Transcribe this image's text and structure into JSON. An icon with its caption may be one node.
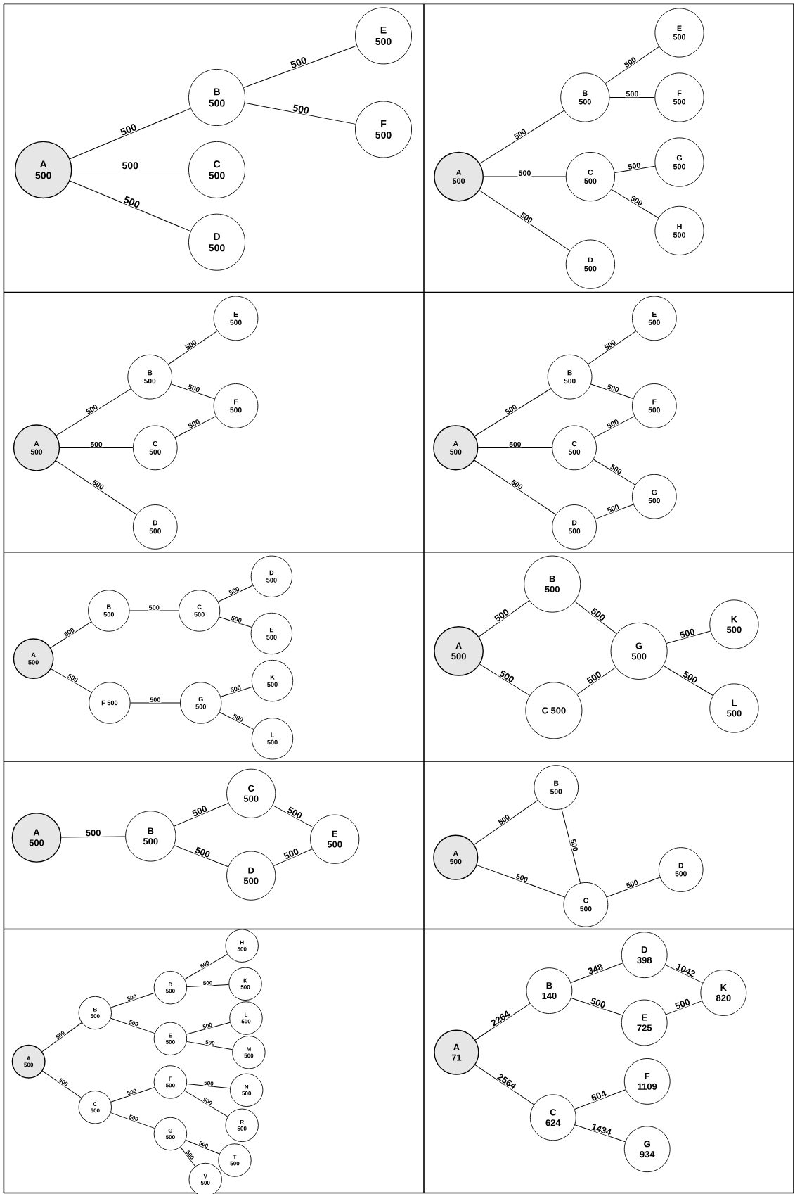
{
  "diagram": {
    "nodes": [
      {
        "text": [
          "A",
          "500"
        ]
      },
      {
        "text": [
          "B",
          "500"
        ]
      },
      {
        "text": [
          "C",
          "500"
        ]
      },
      {
        "text": [
          "D",
          "500"
        ]
      },
      {
        "text": [
          "E",
          "500"
        ]
      },
      {
        "text": [
          "F",
          "500"
        ]
      },
      {
        "text": [
          "A",
          "500"
        ]
      },
      {
        "text": [
          "B",
          "500"
        ]
      },
      {
        "text": [
          "C",
          "500"
        ]
      },
      {
        "text": [
          "D",
          "500"
        ]
      },
      {
        "text": [
          "E",
          "500"
        ]
      },
      {
        "text": [
          "F",
          "500"
        ]
      },
      {
        "text": [
          "G",
          "500"
        ]
      },
      {
        "text": [
          "H",
          "500"
        ]
      },
      {
        "text": [
          "A",
          "500"
        ]
      },
      {
        "text": [
          "B",
          "500"
        ]
      },
      {
        "text": [
          "C",
          "500"
        ]
      },
      {
        "text": [
          "D",
          "500"
        ]
      },
      {
        "text": [
          "E",
          "500"
        ]
      },
      {
        "text": [
          "F",
          "500"
        ]
      },
      {
        "text": [
          "A",
          "500"
        ]
      },
      {
        "text": [
          "B",
          "500"
        ]
      },
      {
        "text": [
          "C",
          "500"
        ]
      },
      {
        "text": [
          "D",
          "500"
        ]
      },
      {
        "text": [
          "E",
          "500"
        ]
      },
      {
        "text": [
          "F",
          "500"
        ]
      },
      {
        "text": [
          "G",
          "500"
        ]
      },
      {
        "text": [
          "A",
          "500"
        ]
      },
      {
        "text": [
          "B",
          "500"
        ]
      },
      {
        "text": [
          "C",
          "500"
        ]
      },
      {
        "text": [
          "D",
          "500"
        ]
      },
      {
        "text": [
          "E",
          "500"
        ]
      },
      {
        "text": [
          "F 500"
        ]
      },
      {
        "text": [
          "G",
          "500"
        ]
      },
      {
        "text": [
          "K",
          "500"
        ]
      },
      {
        "text": [
          "L",
          "500"
        ]
      },
      {
        "text": [
          "A",
          "500"
        ]
      },
      {
        "text": [
          "B",
          "500"
        ]
      },
      {
        "text": [
          "C 500"
        ]
      },
      {
        "text": [
          "G",
          "500"
        ]
      },
      {
        "text": [
          "K",
          "500"
        ]
      },
      {
        "text": [
          "L",
          "500"
        ]
      },
      {
        "text": [
          "A",
          "500"
        ]
      },
      {
        "text": [
          "B",
          "500"
        ]
      },
      {
        "text": [
          "C",
          "500"
        ]
      },
      {
        "text": [
          "D",
          "500"
        ]
      },
      {
        "text": [
          "E",
          "500"
        ]
      },
      {
        "text": [
          "A",
          "500"
        ]
      },
      {
        "text": [
          "B",
          "500"
        ]
      },
      {
        "text": [
          "C",
          "500"
        ]
      },
      {
        "text": [
          "D",
          "500"
        ]
      },
      {
        "text": [
          "A",
          "500"
        ]
      },
      {
        "text": [
          "B",
          "500"
        ]
      },
      {
        "text": [
          "C",
          "500"
        ]
      },
      {
        "text": [
          "D",
          "500"
        ]
      },
      {
        "text": [
          "E",
          "500"
        ]
      },
      {
        "text": [
          "F",
          "500"
        ]
      },
      {
        "text": [
          "G",
          "500"
        ]
      },
      {
        "text": [
          "H",
          "500"
        ]
      },
      {
        "text": [
          "K",
          "500"
        ]
      },
      {
        "text": [
          "L",
          "500"
        ]
      },
      {
        "text": [
          "M",
          "500"
        ]
      },
      {
        "text": [
          "N",
          "500"
        ]
      },
      {
        "text": [
          "R",
          "500"
        ]
      },
      {
        "text": [
          "T",
          "500"
        ]
      },
      {
        "text": [
          "V",
          "500"
        ]
      },
      {
        "text": [
          "A",
          "71"
        ]
      },
      {
        "text": [
          "B",
          "140"
        ]
      },
      {
        "text": [
          "C",
          "624"
        ]
      },
      {
        "text": [
          "D",
          "398"
        ]
      },
      {
        "text": [
          "E",
          "725"
        ]
      },
      {
        "text": [
          "F",
          "1109"
        ]
      },
      {
        "text": [
          "G",
          "934"
        ]
      },
      {
        "text": [
          "K",
          "820"
        ]
      }
    ],
    "edges": [
      {
        "from": 0,
        "to": 1,
        "arrow": "none",
        "label": "500"
      },
      {
        "from": 0,
        "to": 2,
        "arrow": "none",
        "label": "500"
      },
      {
        "from": 0,
        "to": 3,
        "arrow": "none",
        "label": "500"
      },
      {
        "from": 1,
        "to": 4,
        "arrow": "none",
        "label": "500"
      },
      {
        "from": 1,
        "to": 5,
        "arrow": "none",
        "label": "500"
      },
      {
        "from": 6,
        "to": 7,
        "arrow": "none",
        "label": "500"
      },
      {
        "from": 6,
        "to": 8,
        "arrow": "none",
        "label": "500"
      },
      {
        "from": 6,
        "to": 9,
        "arrow": "none",
        "label": "500"
      },
      {
        "from": 7,
        "to": 10,
        "arrow": "none",
        "label": "500"
      },
      {
        "from": 7,
        "to": 11,
        "arrow": "none",
        "label": "500"
      },
      {
        "from": 8,
        "to": 12,
        "arrow": "none",
        "label": "500"
      },
      {
        "from": 8,
        "to": 13,
        "arrow": "none",
        "label": "500"
      },
      {
        "from": 14,
        "to": 15,
        "arrow": "none",
        "label": "500"
      },
      {
        "from": 14,
        "to": 16,
        "arrow": "none",
        "label": "500"
      },
      {
        "from": 14,
        "to": 17,
        "arrow": "none",
        "label": "500"
      },
      {
        "from": 15,
        "to": 18,
        "arrow": "none",
        "label": "500"
      },
      {
        "from": 15,
        "to": 19,
        "arrow": "none",
        "label": "500"
      },
      {
        "from": 16,
        "to": 19,
        "arrow": "none",
        "label": "500"
      },
      {
        "from": 20,
        "to": 21,
        "arrow": "none",
        "label": "500"
      },
      {
        "from": 20,
        "to": 22,
        "arrow": "none",
        "label": "500"
      },
      {
        "from": 20,
        "to": 23,
        "arrow": "none",
        "label": "500"
      },
      {
        "from": 21,
        "to": 24,
        "arrow": "none",
        "label": "500"
      },
      {
        "from": 21,
        "to": 25,
        "arrow": "none",
        "label": "500"
      },
      {
        "from": 22,
        "to": 25,
        "arrow": "none",
        "label": "500"
      },
      {
        "from": 22,
        "to": 26,
        "arrow": "none",
        "label": "500"
      },
      {
        "from": 23,
        "to": 26,
        "arrow": "none",
        "label": "500"
      },
      {
        "from": 27,
        "to": 28,
        "arrow": "none",
        "label": "500"
      },
      {
        "from": 28,
        "to": 29,
        "arrow": "none",
        "label": "500"
      },
      {
        "from": 29,
        "to": 30,
        "arrow": "none",
        "label": "500"
      },
      {
        "from": 29,
        "to": 31,
        "arrow": "none",
        "label": "500"
      },
      {
        "from": 27,
        "to": 32,
        "arrow": "none",
        "label": "500"
      },
      {
        "from": 32,
        "to": 33,
        "arrow": "none",
        "label": "500"
      },
      {
        "from": 33,
        "to": 34,
        "arrow": "none",
        "label": "500"
      },
      {
        "from": 33,
        "to": 35,
        "arrow": "none",
        "label": "500"
      },
      {
        "from": 36,
        "to": 37,
        "arrow": "none",
        "label": "500"
      },
      {
        "from": 36,
        "to": 38,
        "arrow": "none",
        "label": "500"
      },
      {
        "from": 37,
        "to": 39,
        "arrow": "none",
        "label": "500"
      },
      {
        "from": 38,
        "to": 39,
        "arrow": "none",
        "label": "500"
      },
      {
        "from": 39,
        "to": 40,
        "arrow": "none",
        "label": "500"
      },
      {
        "from": 39,
        "to": 41,
        "arrow": "none",
        "label": "500"
      },
      {
        "from": 42,
        "to": 43,
        "arrow": "none",
        "label": "500"
      },
      {
        "from": 43,
        "to": 44,
        "arrow": "none",
        "label": "500"
      },
      {
        "from": 43,
        "to": 45,
        "arrow": "none",
        "label": "500"
      },
      {
        "from": 44,
        "to": 46,
        "arrow": "none",
        "label": "500"
      },
      {
        "from": 45,
        "to": 46,
        "arrow": "none",
        "label": "500"
      },
      {
        "from": 47,
        "to": 48,
        "arrow": "none",
        "label": "500"
      },
      {
        "from": 47,
        "to": 49,
        "arrow": "none",
        "label": "500"
      },
      {
        "from": 48,
        "to": 49,
        "arrow": "none",
        "label": "500"
      },
      {
        "from": 49,
        "to": 50,
        "arrow": "none",
        "label": "500"
      },
      {
        "from": 51,
        "to": 52,
        "arrow": "none",
        "label": "500"
      },
      {
        "from": 51,
        "to": 53,
        "arrow": "none",
        "label": "500"
      },
      {
        "from": 52,
        "to": 54,
        "arrow": "none",
        "label": "500"
      },
      {
        "from": 52,
        "to": 55,
        "arrow": "none",
        "label": "500"
      },
      {
        "from": 53,
        "to": 56,
        "arrow": "none",
        "label": "500"
      },
      {
        "from": 53,
        "to": 57,
        "arrow": "none",
        "label": "500"
      },
      {
        "from": 54,
        "to": 58,
        "arrow": "none",
        "label": "500"
      },
      {
        "from": 54,
        "to": 59,
        "arrow": "none",
        "label": "500"
      },
      {
        "from": 55,
        "to": 60,
        "arrow": "none",
        "label": "500"
      },
      {
        "from": 55,
        "to": 61,
        "arrow": "none",
        "label": "500"
      },
      {
        "from": 56,
        "to": 62,
        "arrow": "none",
        "label": "500"
      },
      {
        "from": 56,
        "to": 63,
        "arrow": "none",
        "label": "500"
      },
      {
        "from": 57,
        "to": 64,
        "arrow": "none",
        "label": "500"
      },
      {
        "from": 57,
        "to": 65,
        "arrow": "none",
        "label": "500"
      },
      {
        "from": 66,
        "to": 67,
        "arrow": "none",
        "label": "2264"
      },
      {
        "from": 66,
        "to": 68,
        "arrow": "none",
        "label": "2564"
      },
      {
        "from": 67,
        "to": 69,
        "arrow": "none",
        "label": "348"
      },
      {
        "from": 67,
        "to": 70,
        "arrow": "none",
        "label": "500"
      },
      {
        "from": 69,
        "to": 73,
        "arrow": "none",
        "label": "1042"
      },
      {
        "from": 70,
        "to": 73,
        "arrow": "none",
        "label": "500"
      },
      {
        "from": 68,
        "to": 71,
        "arrow": "none",
        "label": "604"
      },
      {
        "from": 68,
        "to": 72,
        "arrow": "none",
        "label": "1434"
      }
    ]
  }
}
